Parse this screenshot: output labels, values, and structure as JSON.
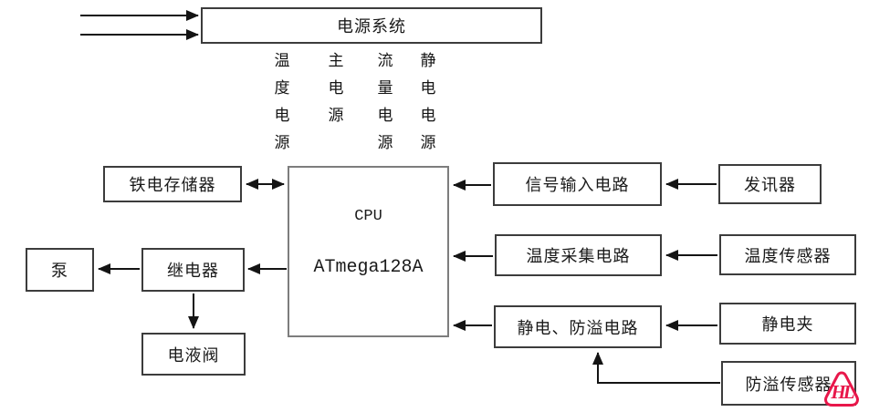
{
  "diagram": {
    "power_system": "电源系统",
    "power_outputs": [
      "温度电源",
      "主电源",
      "流量电源",
      "静电电源"
    ],
    "cpu_line1": "CPU",
    "cpu_line2": "ATmega128A",
    "ferro_memory": "铁电存储器",
    "pump": "泵",
    "relay": "继电器",
    "hydraulic_valve": "电液阀",
    "signal_input_circuit": "信号输入电路",
    "transmitter": "发讯器",
    "temp_acquisition_circuit": "温度采集电路",
    "temp_sensor": "温度传感器",
    "static_overflow_circuit": "静电、防溢电路",
    "static_clamp": "静电夹",
    "overflow_sensor": "防溢传感器",
    "logo_text": "HL"
  },
  "colors": {
    "background": "#ffffff",
    "box_border": "#3c3c3c",
    "cpu_border": "#7d7d7d",
    "line": "#141414",
    "logo_red": "#e8174a"
  }
}
